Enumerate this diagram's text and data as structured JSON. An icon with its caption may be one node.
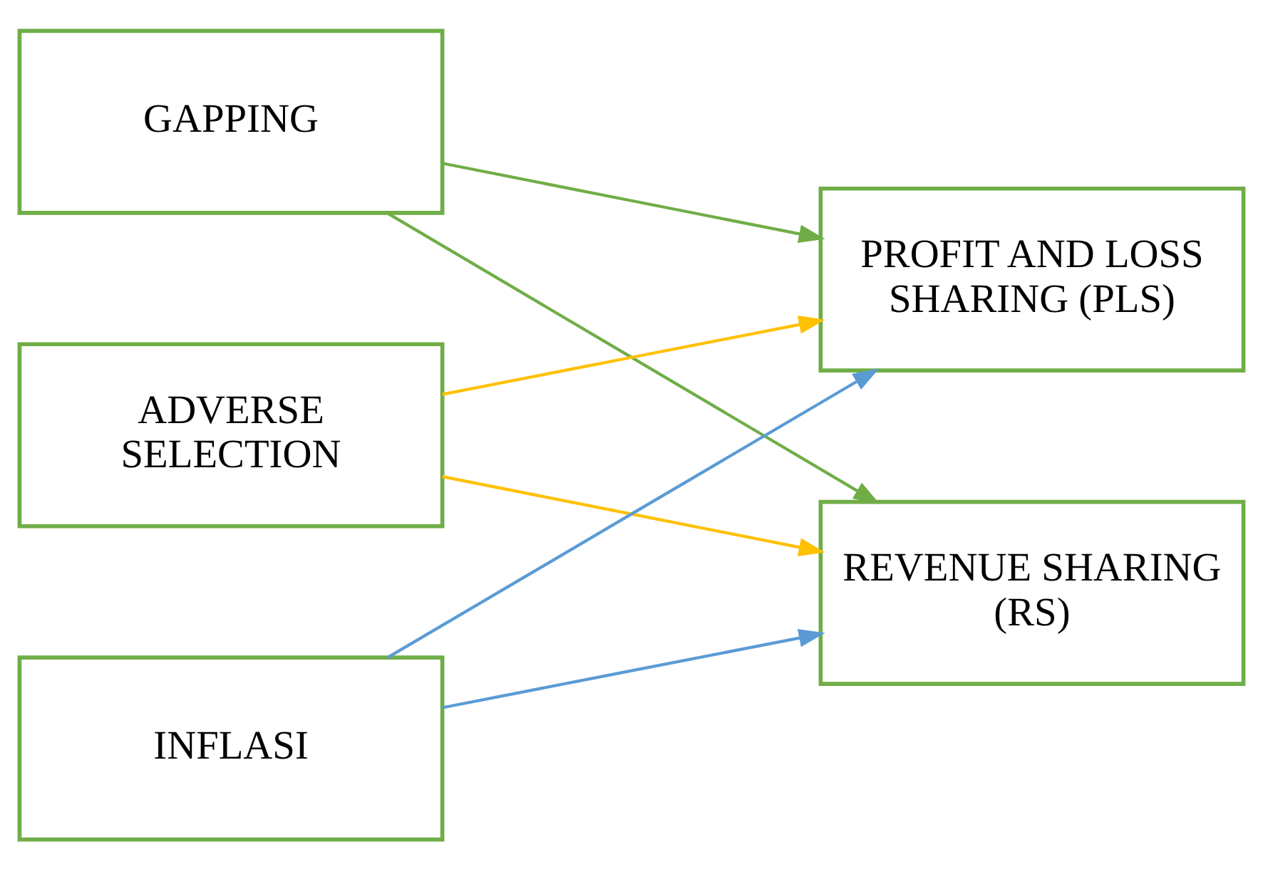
{
  "diagram": {
    "nodes": [
      {
        "text": [
          "GAPPING"
        ]
      },
      {
        "text": [
          "ADVERSE SELECTION"
        ]
      },
      {
        "text": [
          "INFLASI"
        ]
      },
      {
        "text": [
          "PROFIT AND LOSS SHARING (PLS)"
        ]
      },
      {
        "text": [
          "REVENUE SHARING (RS)"
        ]
      }
    ],
    "edges": [
      {
        "from": 0,
        "to": 3,
        "arrow": "to"
      },
      {
        "from": 0,
        "to": 4,
        "arrow": "to"
      },
      {
        "from": 1,
        "to": 3,
        "arrow": "to",
        "color": "#ffc000"
      },
      {
        "from": 1,
        "to": 4,
        "arrow": "to",
        "color": "#ffc000"
      },
      {
        "from": 2,
        "to": 3,
        "arrow": "to",
        "color": "#5b9bd5"
      },
      {
        "from": 2,
        "to": 4,
        "arrow": "to",
        "color": "#5b9bd5"
      }
    ]
  }
}
